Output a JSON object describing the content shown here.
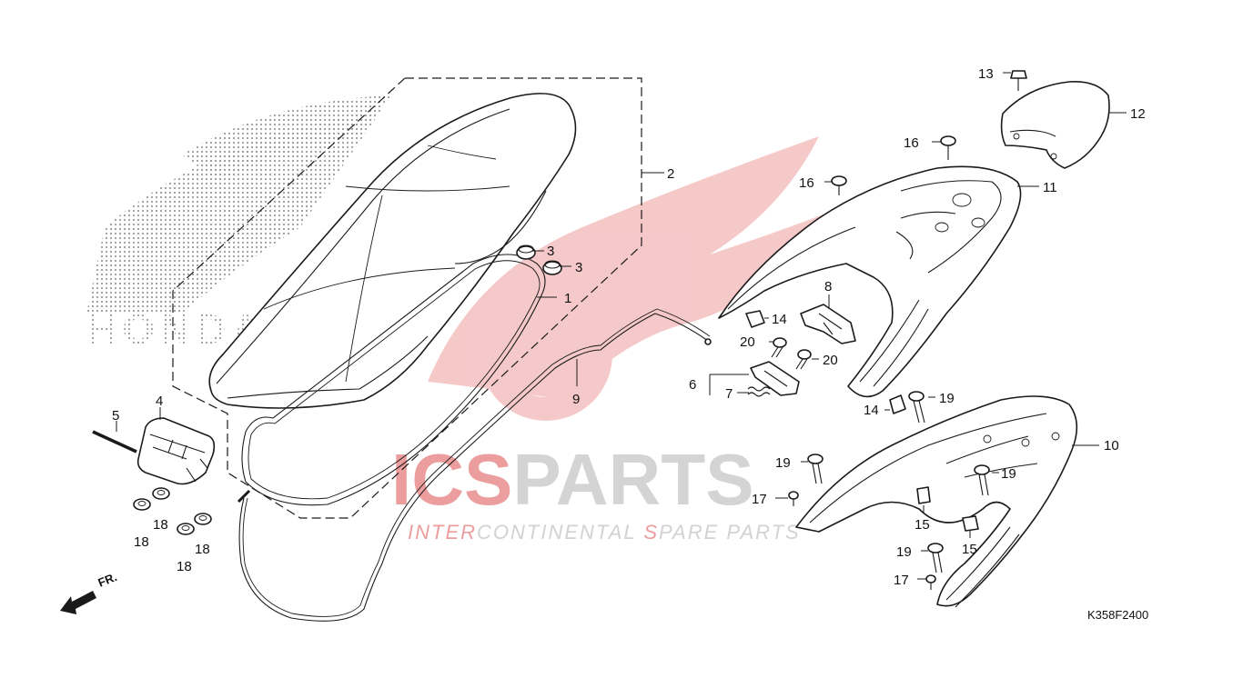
{
  "diagram_code": "K358F2400",
  "watermark": {
    "brand": "ICSPARTS",
    "brand_red": "ICS",
    "brand_grey": "PARTS",
    "tagline_red_1": "INTER",
    "tagline_grey_1": "CONTINENTAL ",
    "tagline_red_2": "S",
    "tagline_grey_2": "PARE PARTS",
    "logo_text": "HONDA"
  },
  "direction_label": "FR.",
  "callouts": [
    {
      "id": "c1",
      "label": "1"
    },
    {
      "id": "c2",
      "label": "2"
    },
    {
      "id": "c3a",
      "label": "3"
    },
    {
      "id": "c3b",
      "label": "3"
    },
    {
      "id": "c4",
      "label": "4"
    },
    {
      "id": "c5",
      "label": "5"
    },
    {
      "id": "c6",
      "label": "6"
    },
    {
      "id": "c7",
      "label": "7"
    },
    {
      "id": "c8",
      "label": "8"
    },
    {
      "id": "c9",
      "label": "9"
    },
    {
      "id": "c10",
      "label": "10"
    },
    {
      "id": "c11",
      "label": "11"
    },
    {
      "id": "c12",
      "label": "12"
    },
    {
      "id": "c13",
      "label": "13"
    },
    {
      "id": "c14a",
      "label": "14"
    },
    {
      "id": "c14b",
      "label": "14"
    },
    {
      "id": "c15a",
      "label": "15"
    },
    {
      "id": "c15b",
      "label": "15"
    },
    {
      "id": "c16a",
      "label": "16"
    },
    {
      "id": "c16b",
      "label": "16"
    },
    {
      "id": "c17a",
      "label": "17"
    },
    {
      "id": "c17b",
      "label": "17"
    },
    {
      "id": "c18a",
      "label": "18"
    },
    {
      "id": "c18b",
      "label": "18"
    },
    {
      "id": "c18c",
      "label": "18"
    },
    {
      "id": "c18d",
      "label": "18"
    },
    {
      "id": "c19a",
      "label": "19"
    },
    {
      "id": "c19b",
      "label": "19"
    },
    {
      "id": "c19c",
      "label": "19"
    },
    {
      "id": "c19d",
      "label": "19"
    },
    {
      "id": "c20a",
      "label": "20"
    },
    {
      "id": "c20b",
      "label": "20"
    }
  ],
  "colors": {
    "line": "#1a1a1a",
    "watermark_red": "#e8a0a0",
    "watermark_grey": "#cfcfcf"
  }
}
